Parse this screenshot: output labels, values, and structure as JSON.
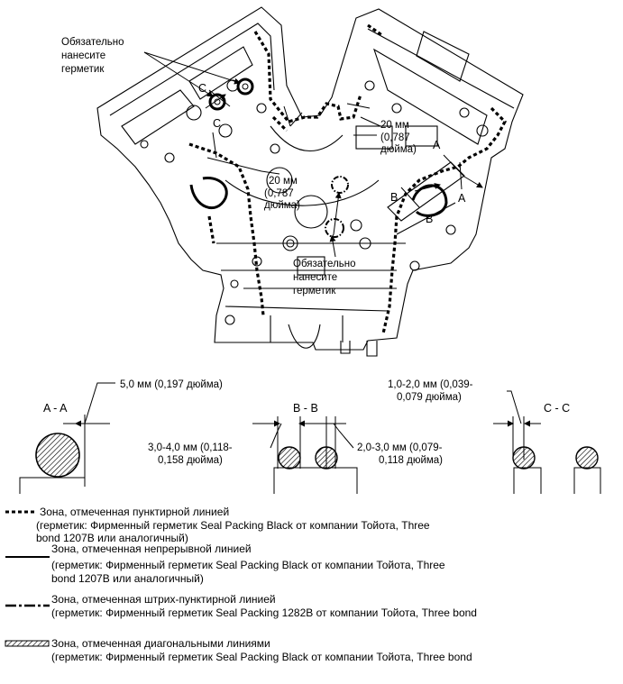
{
  "top_callouts": {
    "must_apply_top": [
      "Обязательно",
      "нанесите",
      "герметик"
    ],
    "must_apply_bottom": [
      "Обязательно",
      "нанесите",
      "герметик"
    ],
    "dim_left": [
      "20 мм",
      "(0,787",
      "дюйма)"
    ],
    "dim_right": [
      "20 мм",
      "(0,787",
      "дюйма)"
    ],
    "marker_a": "A",
    "marker_b": "B",
    "marker_c": "C"
  },
  "sections": {
    "aa": {
      "title": "A - A",
      "dim": "5,0 мм (0,197 дюйма)"
    },
    "bb": {
      "title": "B - B",
      "dim_left": [
        "3,0-4,0 мм (0,118-",
        "0,158 дюйма)"
      ],
      "dim_right": [
        "2,0-3,0 мм (0,079-",
        "0,118 дюйма)"
      ]
    },
    "cc": {
      "title": "C - C",
      "dim": [
        "1,0-2,0 мм (0,039-",
        "0,079 дюйма)"
      ]
    }
  },
  "legend": [
    {
      "style": "dotted",
      "title": "Зона, отмеченная пунктирной линией",
      "desc": [
        "(герметик: Фирменный герметик Seal Packing Black от компании Тойота, Three",
        "bond 1207B или аналогичный)"
      ]
    },
    {
      "style": "solid",
      "title": "Зона, отмеченная непрерывной линией",
      "desc": [
        "(герметик: Фирменный герметик Seal Packing Black от компании Тойота, Three",
        "bond 1207B или аналогичный)"
      ]
    },
    {
      "style": "dashdot",
      "title": "Зона, отмеченная штрих-пунктирной линией",
      "desc": [
        "(герметик: Фирменный герметик Seal Packing 1282B от компании Тойота, Three bond"
      ]
    },
    {
      "style": "hatched",
      "title": "Зона, отмеченная диагональными линиями",
      "desc": [
        "(герметик: Фирменный герметик Seal Packing Black от компании Тойота, Three bond"
      ]
    }
  ]
}
